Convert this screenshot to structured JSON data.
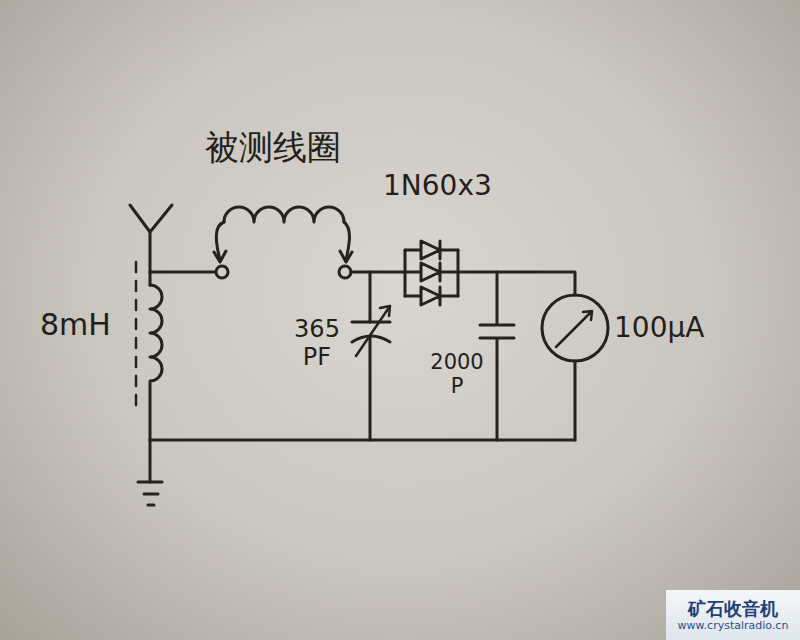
{
  "diagram": {
    "nodes": [
      {
        "text": [
          "矿石收音机",
          "www.crystalradio.cn"
        ]
      }
    ],
    "labels": [
      "被测线圈",
      "1N60x3",
      "8mH",
      "365 PF",
      "2000 P",
      "100μA"
    ]
  }
}
